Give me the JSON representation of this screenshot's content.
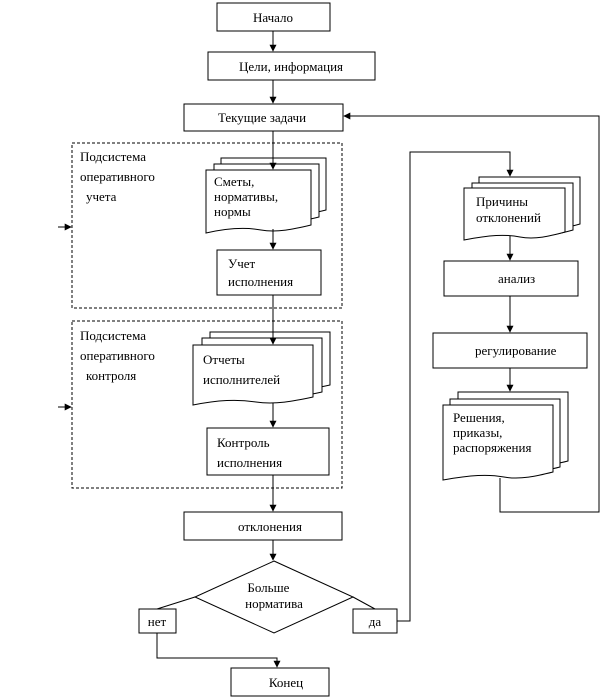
{
  "flowchart": {
    "start": "Начало",
    "goals": "Цели, информация",
    "current_tasks": "Текущие задачи",
    "accounting_subsystem": [
      "Подсистема",
      "оперативного",
      "учета"
    ],
    "control_subsystem": [
      "Подсистема",
      "оперативного",
      "контроля"
    ],
    "estimates_doc": [
      "Сметы,",
      "нормативы,",
      "нормы"
    ],
    "execution_accounting": [
      "Учет",
      "исполнения"
    ],
    "reports_doc": [
      "Отчеты",
      "исполнителей"
    ],
    "execution_control": [
      "Контроль",
      "исполнения"
    ],
    "deviations": "отклонения",
    "decision": [
      "Больше",
      "норматива"
    ],
    "no": "нет",
    "yes": "да",
    "end": "Конец",
    "causes_doc": [
      "Причины",
      "отклонений"
    ],
    "analysis": "анализ",
    "regulation": "регулирование",
    "decisions_doc": [
      "Решения,",
      "приказы,",
      "распоряжения"
    ]
  }
}
